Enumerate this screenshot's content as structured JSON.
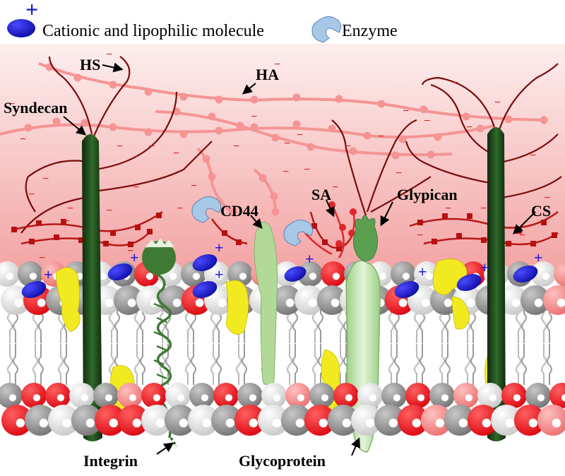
{
  "legend": {
    "cationic_label": "Cationic and lipophilic molecule",
    "enzyme_label": "Enzyme",
    "plus_sign": "+"
  },
  "labels": {
    "hs": "HS",
    "ha": "HA",
    "syndecan": "Syndecan",
    "cd44": "CD44",
    "sa": "SA",
    "glypican": "Glypican",
    "cs": "CS",
    "integrin": "Integrin",
    "glycoprotein": "Glycoprotein"
  },
  "charges": {
    "negative": "−",
    "positive": "+"
  },
  "colors": {
    "glycocalyx_top": "#fdeeee",
    "glycocalyx_bottom": "#f4a4a4",
    "hs_chain": "#7a0a0a",
    "ha_chain": "#f59494",
    "cs_chain": "#b81818",
    "syndecan": "#1e4a1c",
    "cd44": "#b3d998",
    "glypican": "#5aa050",
    "integrin": "#3f7a35",
    "glycoprotein": "#c8e4b0",
    "cholesterol": "#f2ea20",
    "lipid_red": "#e8101a",
    "lipid_pink": "#f37f7f",
    "lipid_gray": "#8c8c8c",
    "lipid_white": "#e6e6e6",
    "cation_blue": "#1212c8",
    "enzyme": "#a8c8e8"
  }
}
